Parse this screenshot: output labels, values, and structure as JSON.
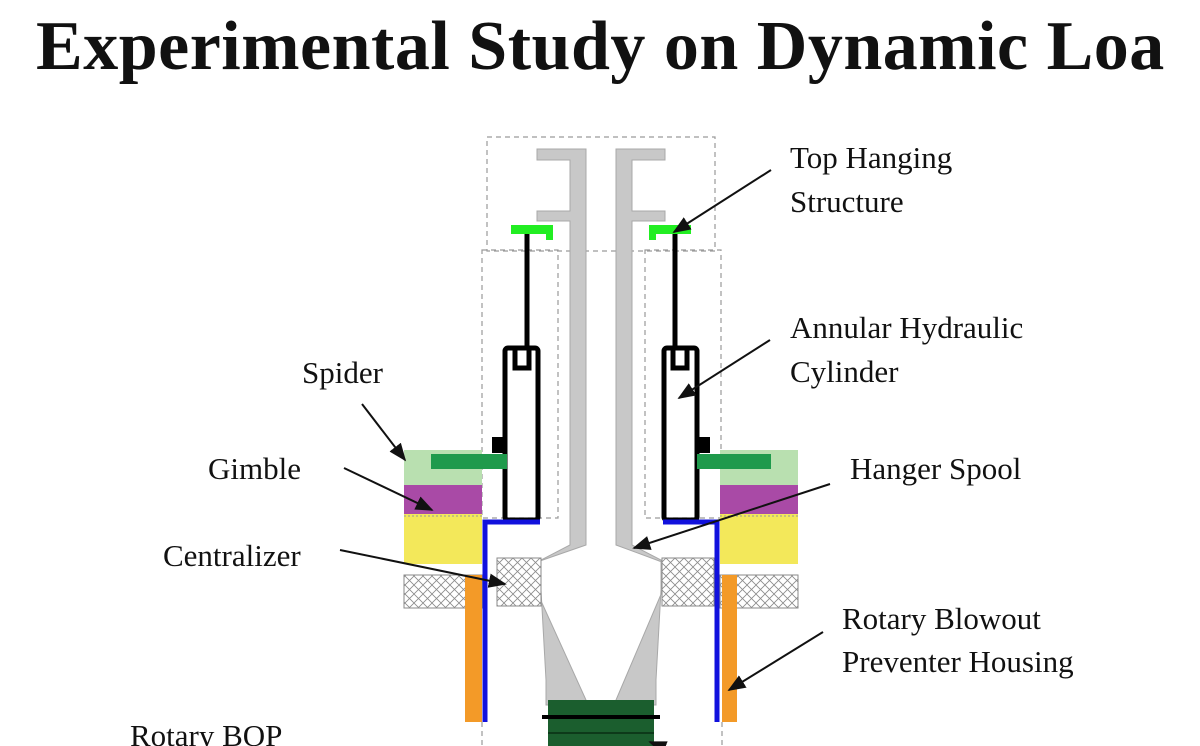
{
  "title": "Experimental Study on Dynamic Loa",
  "labels": {
    "top_hanging_line1": "Top Hanging",
    "top_hanging_line2": "Structure",
    "annular_line1": "Annular Hydraulic",
    "annular_line2": "Cylinder",
    "spider": "Spider",
    "gimble": "Gimble",
    "hanger_spool": "Hanger Spool",
    "centralizer": "Centralizer",
    "rotary_bop_housing_line1": "Rotary Blowout",
    "rotary_bop_housing_line2": "Preventer Housing",
    "rotary_bop": "Rotary BOP"
  },
  "colors": {
    "spool_gray": "#c8c8c8",
    "hook_green": "#22ee22",
    "spider_green": "#1f9a4c",
    "spider_light": "#b9e0b0",
    "gimble_purple": "#a94aa6",
    "centralizer_yellow": "#f3e85a",
    "housing_orange": "#f39a28",
    "seal_blue": "#1111dd",
    "bop_green": "#1b5e2e"
  }
}
